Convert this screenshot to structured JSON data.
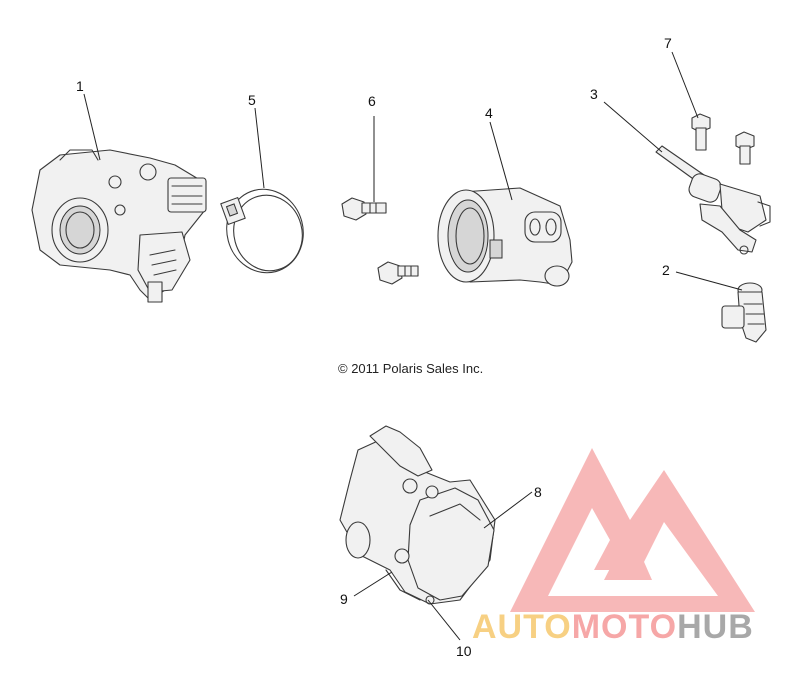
{
  "callouts": {
    "c1": "1",
    "c2": "2",
    "c3": "3",
    "c4": "4",
    "c5": "5",
    "c6": "6",
    "c7": "7",
    "c8": "8",
    "c9": "9",
    "c10": "10"
  },
  "copyright": "© 2011 Polaris Sales Inc.",
  "watermark": {
    "part1": "AUTO",
    "part2": "MOTO",
    "part3": "HUB"
  },
  "colors": {
    "watermark_red": "#f38a8a",
    "watermark_gold": "#f5c15a",
    "watermark_gray": "#8c8c8c"
  }
}
